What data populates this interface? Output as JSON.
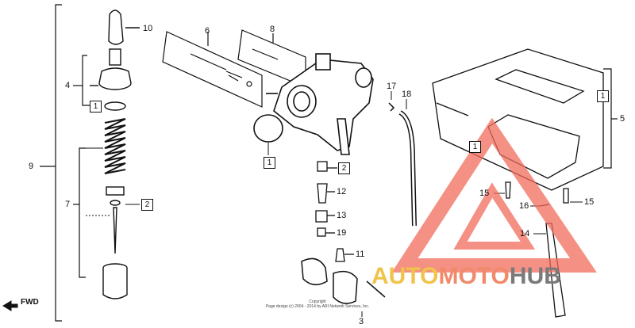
{
  "labels": {
    "part_1": "1",
    "part_2": "2",
    "part_3": "3",
    "part_4": "4",
    "part_5": "5",
    "part_6": "6",
    "part_7": "7",
    "part_8": "8",
    "part_9": "9",
    "part_10": "10",
    "part_11": "11",
    "part_12": "12",
    "part_13": "13",
    "part_14": "14",
    "part_15": "15",
    "part_16": "16",
    "part_17": "17",
    "part_18": "18",
    "part_19": "19"
  },
  "boxed_ref_1": "1",
  "boxed_ref_2": "2",
  "fwd_label": "FWD",
  "copyright": {
    "line1": "Copyright",
    "line2": "Page design (c) 2004 - 2014 by ARI Network Services, Inc."
  },
  "watermark": {
    "part1": "AUTO",
    "part2": "MOTO",
    "part3": "HUB",
    "triangle_color": "#f26b5b"
  }
}
